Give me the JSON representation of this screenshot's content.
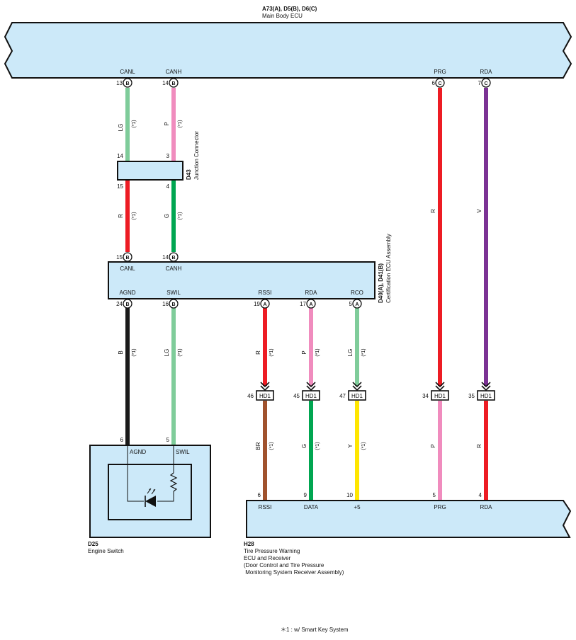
{
  "components": {
    "main_ecu": {
      "code": "A73(A), D5(B), D6(C)",
      "name": "Main Body ECU"
    },
    "junction": {
      "code": "D43",
      "name": "Junction Connector"
    },
    "cert_ecu": {
      "code": "D40(A), D41(B)",
      "name": "Certification ECU Assembly"
    },
    "engine_switch": {
      "code": "D25",
      "name": "Engine Switch"
    },
    "tpms": {
      "code": "H28",
      "name_lines": [
        "Tire Pressure Warning",
        "ECU and Receiver",
        "(Door Control and Tire Pressure",
        " Monitoring System Receiver Assembly)"
      ]
    }
  },
  "pins": {
    "main_canl": {
      "num": "13",
      "conn": "B",
      "label": "CANL"
    },
    "main_canh": {
      "num": "14",
      "conn": "B",
      "label": "CANH"
    },
    "main_prg": {
      "num": "6",
      "conn": "C",
      "label": "PRG"
    },
    "main_rda": {
      "num": "7",
      "conn": "C",
      "label": "RDA"
    },
    "jc_14": "14",
    "jc_3": "3",
    "jc_15": "15",
    "jc_4": "4",
    "cert_canl": {
      "num": "15",
      "conn": "B",
      "label": "CANL"
    },
    "cert_canh": {
      "num": "14",
      "conn": "B",
      "label": "CANH"
    },
    "cert_agnd": {
      "num": "24",
      "conn": "B",
      "label": "AGND"
    },
    "cert_swil": {
      "num": "16",
      "conn": "B",
      "label": "SWIL"
    },
    "cert_rssi": {
      "num": "19",
      "conn": "A",
      "label": "RSSI"
    },
    "cert_rda": {
      "num": "17",
      "conn": "A",
      "label": "RDA"
    },
    "cert_rco": {
      "num": "5",
      "conn": "A",
      "label": "RCO"
    },
    "hd1_46": "46",
    "hd1_45": "45",
    "hd1_47": "47",
    "hd1_34": "34",
    "hd1_35": "35",
    "hd1_label": "HD1",
    "es_6": {
      "num": "6",
      "label": "AGND"
    },
    "es_5": {
      "num": "5",
      "label": "SWIL"
    },
    "tp_6": {
      "num": "6",
      "label": "RSSI"
    },
    "tp_9": {
      "num": "9",
      "label": "DATA"
    },
    "tp_10": {
      "num": "10",
      "label": "+5"
    },
    "tp_5": {
      "num": "5",
      "label": "PRG"
    },
    "tp_4": {
      "num": "4",
      "label": "RDA"
    }
  },
  "wires": {
    "lg": "LG",
    "p": "P",
    "r": "R",
    "g": "G",
    "v": "V",
    "b": "B",
    "br": "BR",
    "y": "Y",
    "note_mark": "(*1)"
  },
  "colors": {
    "component_fill": "#cce9f9",
    "lg": "#7fcc9a",
    "p": "#f08cbe",
    "r": "#ed1c24",
    "g": "#00a651",
    "v": "#7b3294",
    "b": "#1a1a1a",
    "br": "#a0522d",
    "y": "#ffe600"
  },
  "footnote": "＊1 : w/ Smart Key System"
}
